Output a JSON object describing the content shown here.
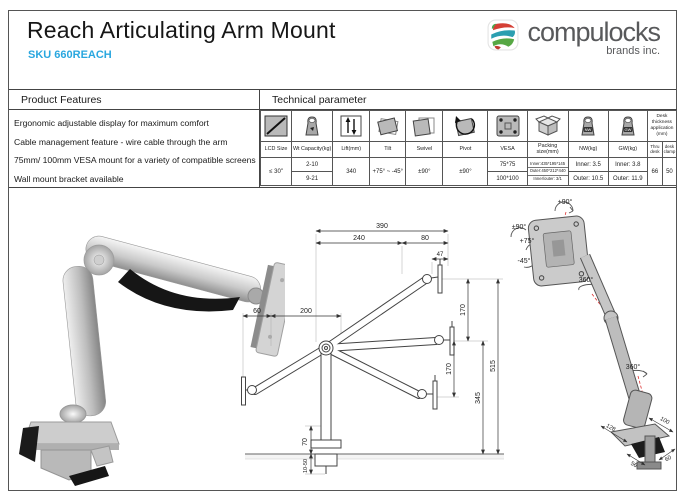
{
  "header": {
    "title": "Reach Articulating Arm Mount",
    "sku": "SKU 660REACH",
    "brand": {
      "name": "compulocks",
      "tagline": "brands inc."
    }
  },
  "features": {
    "title": "Product Features",
    "items": [
      "Ergonomic adjustable display for maximum comfort",
      "Cable management feature - wire cable through the arm",
      "75mm/ 100mm VESA mount for a variety of compatible screens",
      "Wall mount bracket available"
    ]
  },
  "tech": {
    "title": "Technical parameter",
    "lcd": {
      "label": "LCD Size",
      "value": "≤ 30\""
    },
    "wt": {
      "label": "Wt Capacity(kg)",
      "v1": "2-10",
      "v2": "9-21"
    },
    "lift": {
      "label": "Lift(mm)",
      "value": "340"
    },
    "tilt": {
      "label": "Tilt",
      "value": "+75° ~ -45°"
    },
    "swivel": {
      "label": "Swivel",
      "value": "±90°"
    },
    "pivot": {
      "label": "Pivot",
      "value": "±90°"
    },
    "vesa": {
      "label": "VESA",
      "v1": "75*75",
      "v2": "100*100"
    },
    "packing": {
      "label1": "Packing",
      "label2": "size(mm)",
      "l1": "Inner:435*195*145",
      "l2": "Outer:450*212*440",
      "l3": "Inner/outer: 3/1"
    },
    "nw": {
      "label": "NW(kg)",
      "mark": "NW",
      "v1": "Inner: 3.5",
      "v2": "Outer: 10.5"
    },
    "gw": {
      "label": "GW(kg)",
      "mark": "GW",
      "v1": "Inner: 3.8",
      "v2": "Outer: 11.9"
    },
    "desk": {
      "label1": "Desk thickness",
      "label2": "application (mm)",
      "sub1": "Thru desk",
      "sub2": "desk clamp",
      "v1": "66",
      "v2": "50"
    }
  },
  "drawings": {
    "middle": {
      "d390": "390",
      "d240": "240",
      "d80": "80",
      "d47": "47",
      "d170a": "170",
      "d170b": "170",
      "d515": "515",
      "d345": "345",
      "d60": "60",
      "d200": "200",
      "d70": "70",
      "dclamp": "10-50"
    },
    "right": {
      "a90p": "+90°",
      "a90pm": "±90°",
      "a75": "+75°",
      "a45": "-45°",
      "a360a": "360°",
      "a360b": "360°",
      "d128": "128",
      "d100": "100",
      "d56": "56",
      "d60": "60"
    }
  }
}
